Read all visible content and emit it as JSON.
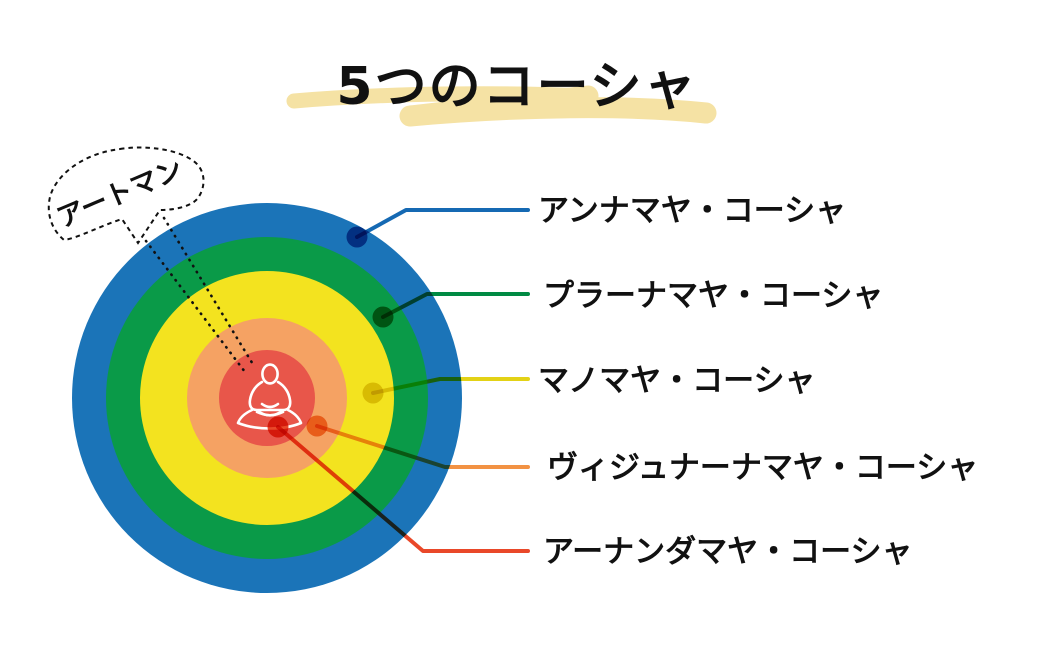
{
  "title": {
    "text": "5つのコーシャ"
  },
  "bubble": {
    "text": "アートマン"
  },
  "labels": [
    {
      "text": "アンナマヤ・コーシャ",
      "color": "#1569b3"
    },
    {
      "text": "プラーナマヤ・コーシャ",
      "color": "#008a43"
    },
    {
      "text": "マノマヤ・コーシャ",
      "color": "#e3d216"
    },
    {
      "text": "ヴィジュナーナマヤ・コーシャ",
      "color": "#f29243"
    },
    {
      "text": "アーナンダマヤ・コーシャ",
      "color": "#e94829"
    }
  ],
  "rings": [
    {
      "name": "annamaya-kosha",
      "color": "#1b74b8"
    },
    {
      "name": "pranamaya-kosha",
      "color": "#0a9a48"
    },
    {
      "name": "manomaya-kosha",
      "color": "#f3e31f"
    },
    {
      "name": "vijnanamaya-kosha",
      "color": "#f5a263"
    },
    {
      "name": "anandamaya-kosha",
      "color": "#e8564a"
    }
  ],
  "figure": {
    "icon": "meditating-person-icon"
  },
  "colors": {
    "highlight": "#f5e2a4",
    "text": "#111111"
  }
}
